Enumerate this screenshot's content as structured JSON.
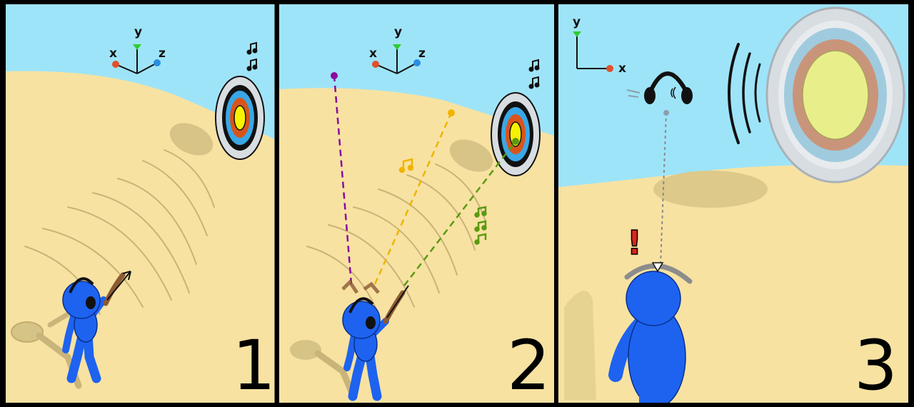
{
  "panels": [
    {
      "id": "panel-1",
      "number": "1",
      "axes": {
        "x": "x",
        "y": "y",
        "z": "z"
      },
      "elements": [
        "blue-figure",
        "headphones",
        "bow",
        "target",
        "music-notes",
        "dune-contour-lines"
      ]
    },
    {
      "id": "panel-2",
      "number": "2",
      "axes": {
        "x": "x",
        "y": "y",
        "z": "z"
      },
      "trajectories": [
        {
          "color": "#8b0a9e",
          "name": "purple"
        },
        {
          "color": "#f0b400",
          "name": "yellow"
        },
        {
          "color": "#5a9a10",
          "name": "green"
        }
      ],
      "elements": [
        "blue-figure",
        "headphones",
        "bow",
        "target",
        "music-notes",
        "dashed-trajectories"
      ]
    },
    {
      "id": "panel-3",
      "number": "3",
      "axes": {
        "x": "x",
        "y": "y"
      },
      "exclamation": "!",
      "elements": [
        "blue-figure-back-view",
        "floating-headphones",
        "large-target",
        "sound-waves"
      ]
    }
  ],
  "colors": {
    "sky": "#9ee4f8",
    "sand": "#f7e2a2",
    "figure": "#1d63f0",
    "target_outer": "#d8dde2",
    "target_blue": "#3aa7e6",
    "target_red": "#d9541b",
    "target_yellow": "#f7f200",
    "axis_x": "#e0502a",
    "axis_y": "#2ecc2e",
    "axis_z": "#2a8de0"
  }
}
